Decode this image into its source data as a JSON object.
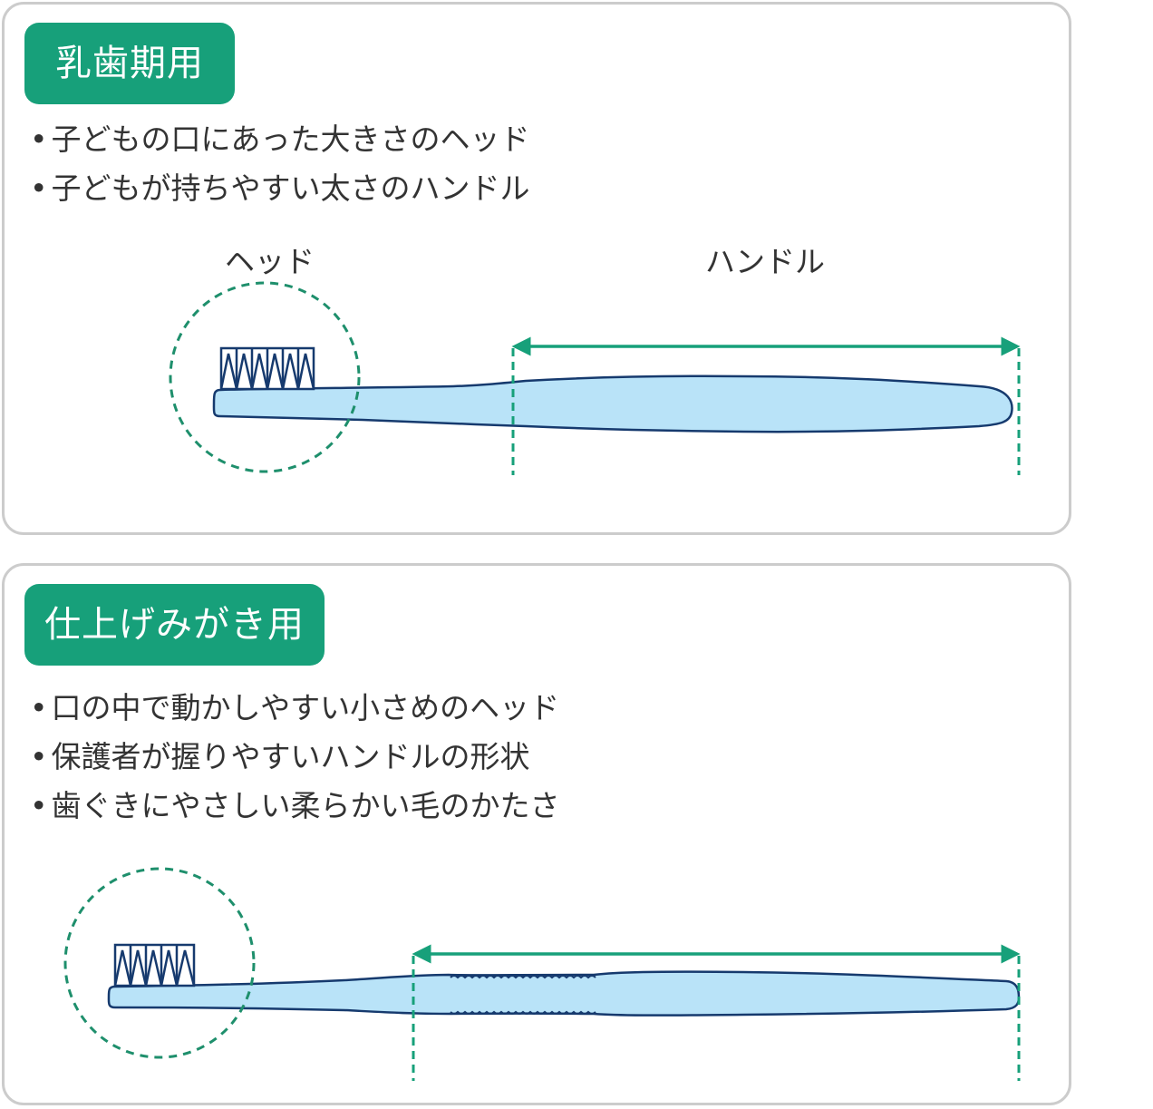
{
  "panels": [
    {
      "badge": "乳歯期用",
      "bullets": [
        "子どもの口にあった大きさのヘッド",
        "子どもが持ちやすい太さのハンドル"
      ],
      "head_label": "ヘッド",
      "handle_label": "ハンドル"
    },
    {
      "badge": "仕上げみがき用",
      "bullets": [
        "口の中で動かしやすい小さめのヘッド",
        "保護者が握りやすいハンドルの形状",
        "歯ぐきにやさしい柔らかい毛のかたさ"
      ]
    }
  ],
  "colors": {
    "accent_green": "#17a07a",
    "dashed_green": "#1e8f6c",
    "brush_fill": "#b9e3f8",
    "brush_outline": "#163a6e",
    "panel_border": "#cccccc",
    "text": "#333333"
  },
  "icons": [
    "dashed-circle-icon",
    "double-arrow-icon",
    "toothbrush-icon"
  ]
}
